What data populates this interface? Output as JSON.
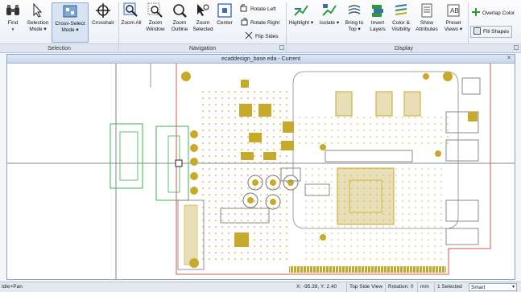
{
  "ribbon": {
    "buttons": {
      "find": "Find",
      "selection_mode": "Selection Mode ▾",
      "cross_select_mode": "Cross-Select Mode ▾",
      "crosshair": "Crosshair",
      "zoom_all": "Zoom All",
      "zoom_window": "Zoom Window",
      "zoom_outline": "Zoom Outline",
      "zoom_selected": "Zoom Selected",
      "center": "Center",
      "rotate_left": "Rotate Left",
      "rotate_right": "Rotate Right",
      "flip_sides": "Flip Sides",
      "highlight": "Highlight ▾",
      "isolate": "Isolate ▾",
      "bring_to_top": "Bring to Top ▾",
      "invert_layers": "Invert Layers",
      "color_visibility": "Color & Visibility",
      "show_attributes": "Show Attributes",
      "preset_views": "Preset Views ▾",
      "overlap_color": "Overlap Color",
      "fill_shapes": "Fill Shapes"
    },
    "groups": {
      "selection": "Selection",
      "navigation": "Navigation",
      "display": "Display"
    }
  },
  "document": {
    "title": "ecaddesign_base.eda - Current"
  },
  "status": {
    "mode": "Idle+Pan",
    "coords": "X: -95.39, Y: 2.40",
    "view": "Top Side View",
    "rotation": "Rotation: 0",
    "units": "mm",
    "selected": "1 Selected",
    "select_mode": "Smart"
  },
  "colors": {
    "board_outline": "#d9534f",
    "copper": "#c8a92a",
    "component": "#7a7a7a",
    "highlight": "#3bb34a",
    "crosshair": "#7d8794"
  }
}
